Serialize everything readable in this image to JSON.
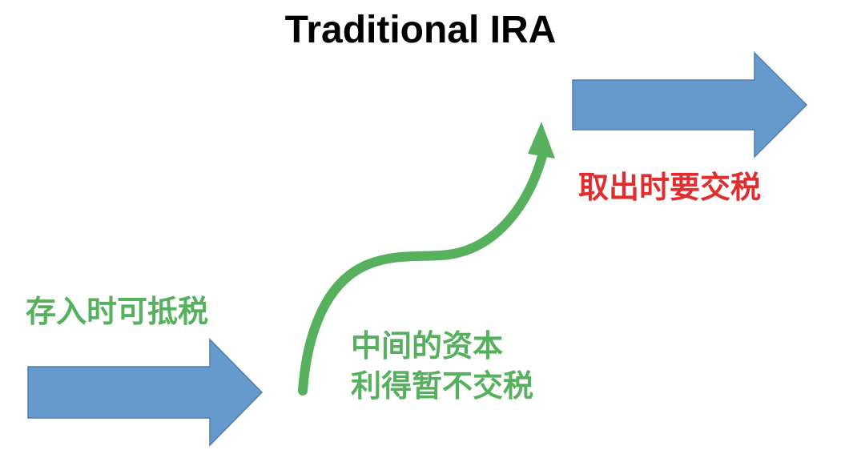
{
  "title": "Traditional IRA",
  "labels": {
    "deposit": "存入时可抵税",
    "growth_line1": "中间的资本",
    "growth_line2": "利得暂不交税",
    "withdraw": "取出时要交税"
  },
  "colors": {
    "arrow_fill": "#6699cc",
    "arrow_stroke": "#4f7eae",
    "green": "#56b05e",
    "red": "#e02d2d",
    "title": "#000000"
  }
}
